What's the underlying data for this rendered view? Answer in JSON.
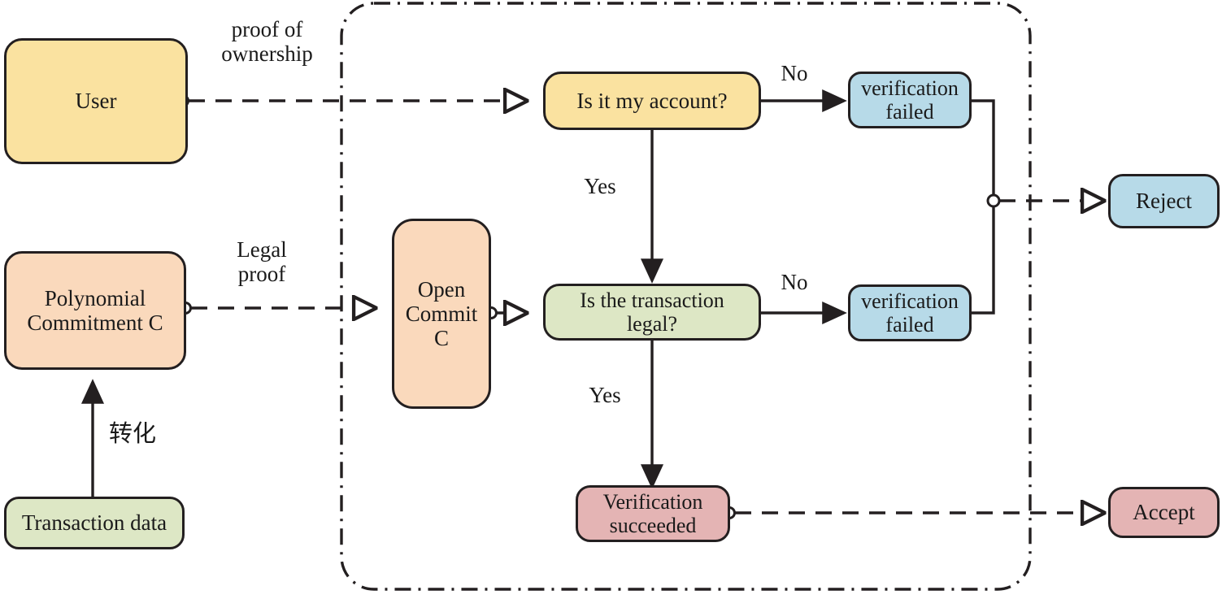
{
  "diagram": {
    "title": "Polynomial commitment transaction verification flowchart",
    "palette": {
      "yellow": "#fae2a0",
      "peach": "#fad9bc",
      "green": "#dde7c5",
      "blue": "#b7dae8",
      "pink": "#e4b4b4",
      "stroke": "#231f20",
      "background": "#ffffff"
    },
    "boundary": {
      "name": "verification-boundary",
      "style": "dash-dot rounded rectangle"
    },
    "nodes": [
      {
        "id": "user",
        "label": "User",
        "color": "yellow"
      },
      {
        "id": "polynomial-commitment",
        "label": "Polynomial\nCommitment C",
        "color": "peach"
      },
      {
        "id": "transaction-data",
        "label": "Transaction data",
        "color": "green"
      },
      {
        "id": "open-commit",
        "label": "Open\nCommit\nC",
        "color": "peach"
      },
      {
        "id": "is-my-account",
        "label": "Is it my account?",
        "color": "yellow"
      },
      {
        "id": "is-transaction-legal",
        "label": "Is the transaction\nlegal?",
        "color": "green"
      },
      {
        "id": "verification-failed-top",
        "label": "verification\nfailed",
        "color": "blue"
      },
      {
        "id": "verification-failed-bottom",
        "label": "verification\nfailed",
        "color": "blue"
      },
      {
        "id": "verification-succeeded",
        "label": "Verification\nsucceeded",
        "color": "pink"
      },
      {
        "id": "reject",
        "label": "Reject",
        "color": "blue"
      },
      {
        "id": "accept",
        "label": "Accept",
        "color": "pink"
      }
    ],
    "edge_labels": [
      {
        "id": "proof-of-ownership",
        "text": "proof of\nownership"
      },
      {
        "id": "legal-proof",
        "text": "Legal\nproof"
      },
      {
        "id": "conversion",
        "text": "转化"
      },
      {
        "id": "no-top",
        "text": "No"
      },
      {
        "id": "no-bottom",
        "text": "No"
      },
      {
        "id": "yes-top",
        "text": "Yes"
      },
      {
        "id": "yes-bottom",
        "text": "Yes"
      }
    ],
    "edges": [
      {
        "from": "user",
        "to": "is-my-account",
        "label": "proof of ownership",
        "style": "dashed"
      },
      {
        "from": "polynomial-commitment",
        "to": "open-commit",
        "label": "Legal proof",
        "style": "dashed"
      },
      {
        "from": "transaction-data",
        "to": "polynomial-commitment",
        "label": "转化",
        "style": "solid"
      },
      {
        "from": "open-commit",
        "to": "is-transaction-legal",
        "label": "",
        "style": "solid"
      },
      {
        "from": "is-my-account",
        "to": "verification-failed-top",
        "label": "No",
        "style": "solid"
      },
      {
        "from": "is-my-account",
        "to": "is-transaction-legal",
        "label": "Yes",
        "style": "solid"
      },
      {
        "from": "is-transaction-legal",
        "to": "verification-failed-bottom",
        "label": "No",
        "style": "solid"
      },
      {
        "from": "is-transaction-legal",
        "to": "verification-succeeded",
        "label": "Yes",
        "style": "solid"
      },
      {
        "from": "verification-failed-top",
        "to": "reject",
        "label": "",
        "style": "dashed"
      },
      {
        "from": "verification-failed-bottom",
        "to": "reject",
        "label": "",
        "style": "dashed"
      },
      {
        "from": "verification-succeeded",
        "to": "accept",
        "label": "",
        "style": "dashed"
      }
    ]
  }
}
